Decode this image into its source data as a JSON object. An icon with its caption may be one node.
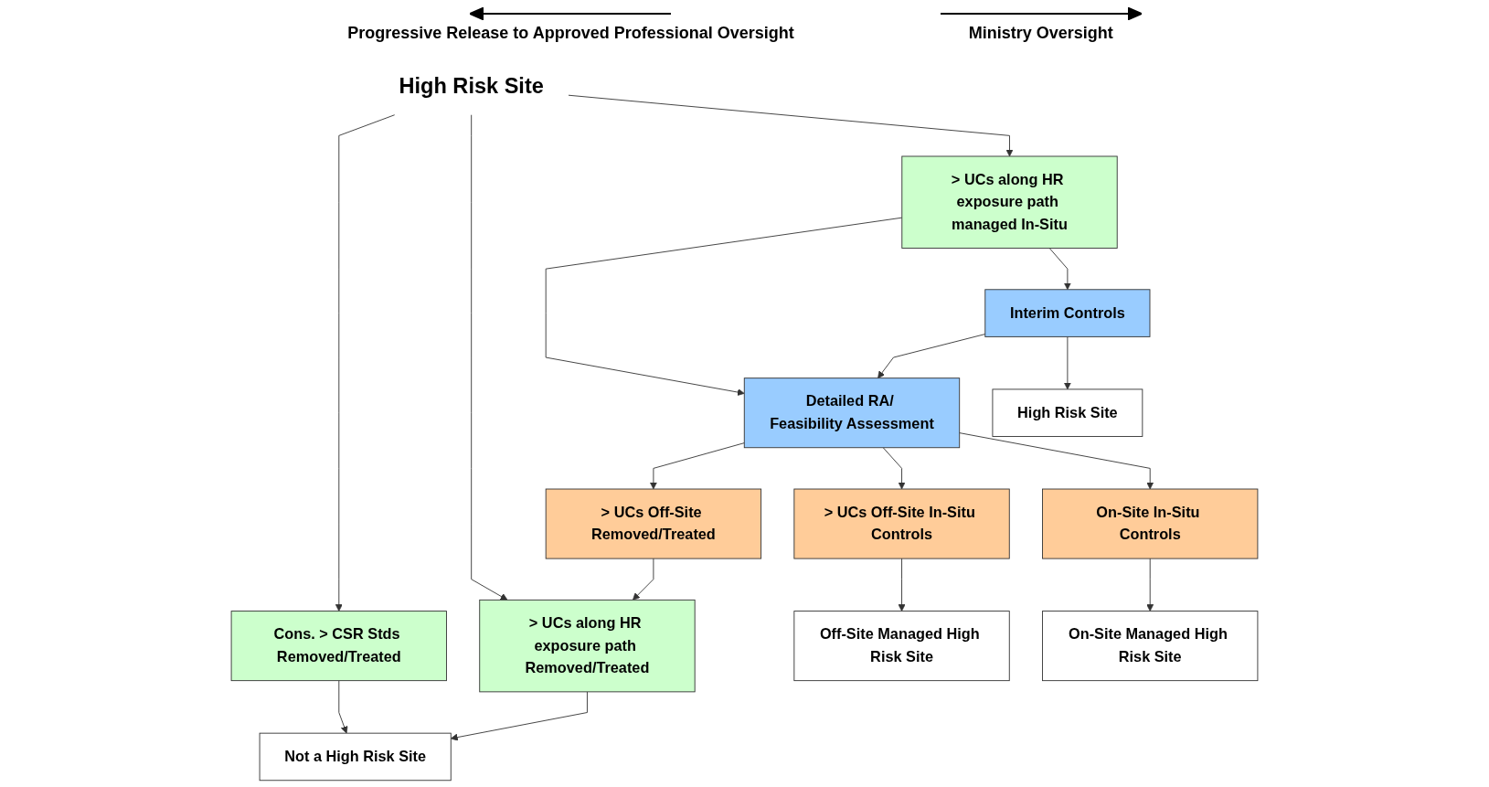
{
  "diagram": {
    "nodes": [
      {
        "text": [
          "High Risk Site"
        ]
      },
      {
        "text": [
          "Cons. > CSR Stds Removed/Treated"
        ]
      },
      {
        "text": [
          "> UCs along HR exposure path Removed/Treated"
        ]
      },
      {
        "text": [
          "> UCs along HR exposure path managed In-Situ"
        ]
      },
      {
        "text": [
          "Not a High Risk Site"
        ]
      },
      {
        "text": [
          "Detailed RA/ Feasibility Assessment"
        ]
      },
      {
        "text": [
          "Interim Controls"
        ]
      },
      {
        "text": [
          "> UCs Off-Site Removed/Treated"
        ]
      },
      {
        "text": [
          "> UCs Off-Site In-Situ Controls"
        ]
      },
      {
        "text": [
          "On-Site In-Situ Controls"
        ]
      },
      {
        "text": [
          "Off-Site Managed High Risk Site"
        ]
      },
      {
        "text": [
          "On-Site Managed High Risk Site"
        ]
      },
      {
        "text": [
          "High Risk Site"
        ]
      }
    ],
    "edges": [
      {
        "from": 0,
        "to": 1,
        "arrow": "to"
      },
      {
        "from": 0,
        "to": 2,
        "arrow": "to"
      },
      {
        "from": 0,
        "to": 3,
        "arrow": "to"
      },
      {
        "from": 1,
        "to": 4,
        "arrow": "to"
      },
      {
        "from": 2,
        "to": 4,
        "arrow": "to"
      },
      {
        "from": 3,
        "to": 5,
        "arrow": "to"
      },
      {
        "from": 3,
        "to": 6,
        "arrow": "to"
      },
      {
        "from": 6,
        "to": 5,
        "arrow": "to"
      },
      {
        "from": 5,
        "to": 7,
        "arrow": "to"
      },
      {
        "from": 5,
        "to": 8,
        "arrow": "to"
      },
      {
        "from": 5,
        "to": 9,
        "arrow": "to"
      },
      {
        "from": 7,
        "to": 2,
        "arrow": "to"
      },
      {
        "from": 8,
        "to": 10,
        "arrow": "to"
      },
      {
        "from": 9,
        "to": 11,
        "arrow": "to"
      },
      {
        "from": 6,
        "to": 12,
        "arrow": "to"
      }
    ],
    "labels": [
      "Progressive Release to Approved Professional Oversight",
      "Ministry Oversight"
    ]
  }
}
